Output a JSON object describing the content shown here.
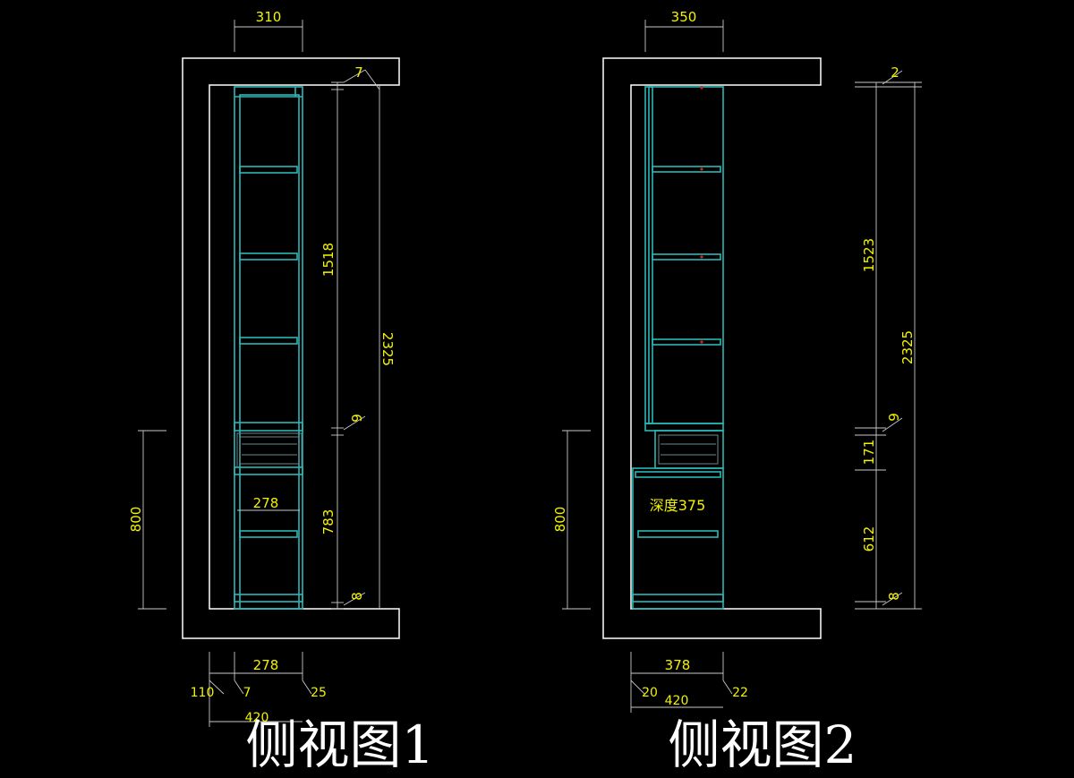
{
  "view1": {
    "caption": "侧视图1",
    "dim_top_width": "310",
    "dim_top_gap": "7",
    "dim_upper_height": "1518",
    "dim_total_height": "2325",
    "dim_mid_gap": "9",
    "dim_lower_height": "783",
    "dim_bottom_gap": "8",
    "dim_left_height": "800",
    "dim_inner_width": "278",
    "dim_bottom_width": "278",
    "dim_bottom_left": "110",
    "dim_bottom_mid": "7",
    "dim_bottom_right": "25",
    "dim_bottom_total": "420"
  },
  "view2": {
    "caption": "侧视图2",
    "dim_top_width": "350",
    "dim_top_gap": "2",
    "dim_upper_height": "1523",
    "dim_total_height": "2325",
    "dim_mid_gap": "9",
    "dim_drawer_height": "171",
    "dim_lower_height": "612",
    "dim_bottom_gap": "8",
    "dim_left_height": "800",
    "depth_note": "深度375",
    "dim_bottom_width": "378",
    "dim_bottom_left": "20",
    "dim_bottom_right": "22",
    "dim_bottom_total": "420"
  },
  "colors": {
    "background": "#000000",
    "wall": "#ffffff",
    "cabinet": "#2ab7b7",
    "dimension_text": "#f2f200",
    "dimension_line": "#c8c8c8",
    "marker": "#e02020"
  }
}
